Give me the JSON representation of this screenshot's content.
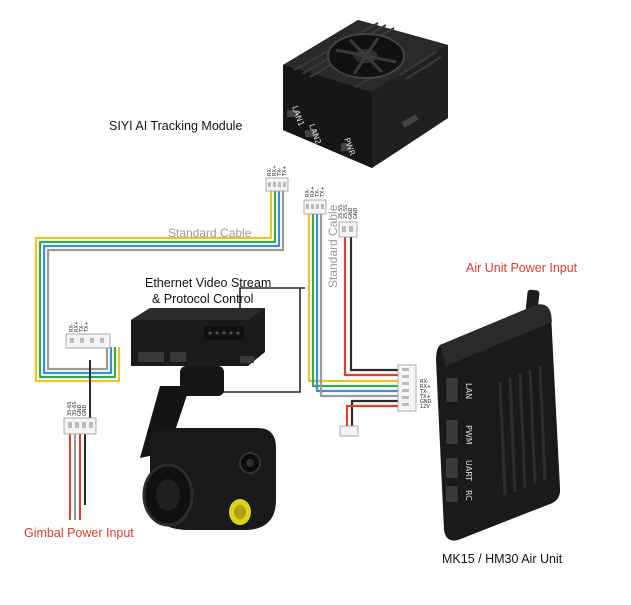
{
  "labels": {
    "tracking_module": "SIYI AI Tracking Module",
    "standard_cable_horizontal": "Standard Cable",
    "standard_cable_vertical": "Standard Cable",
    "ethernet_line1": "Ethernet Video Stream",
    "ethernet_line2": "& Protocol Control",
    "air_unit_power": "Air Unit Power Input",
    "gimbal_power": "Gimbal Power Input",
    "air_unit": "MK15 / HM30 Air Unit"
  },
  "module_ports": {
    "lan1": "LAN1",
    "lan2": "LAN2",
    "pwr": "PWR"
  },
  "air_unit_ports": {
    "lan": "LAN",
    "pwm": "PWM",
    "uart": "UART",
    "rc": "RC"
  },
  "pinouts": {
    "module_lan1": [
      "RX-",
      "RX+",
      "TX-",
      "TX+"
    ],
    "module_lan2": [
      "RX-",
      "RX+",
      "TX-",
      "TX+"
    ],
    "module_pwr": [
      "25.5S",
      "25.5S",
      "GND",
      "GND"
    ],
    "air_unit_lan": [
      "RX-",
      "RX+",
      "TX-",
      "TX+",
      "GND",
      "12V"
    ],
    "gimbal_eth": [
      "RX-",
      "RX+",
      "TX-",
      "TX+"
    ],
    "gimbal_power": [
      "3S-6S",
      "3S-6S",
      "GND",
      "GND"
    ]
  },
  "colors": {
    "wire_yellow": "#e8c62a",
    "wire_green": "#3aa84a",
    "wire_blue": "#3c8fd6",
    "wire_gray": "#9a9a9a",
    "wire_red": "#d8412f",
    "wire_black": "#2a2a2a",
    "label_red": "#d8412f",
    "device_body": "#1b1b1b"
  }
}
